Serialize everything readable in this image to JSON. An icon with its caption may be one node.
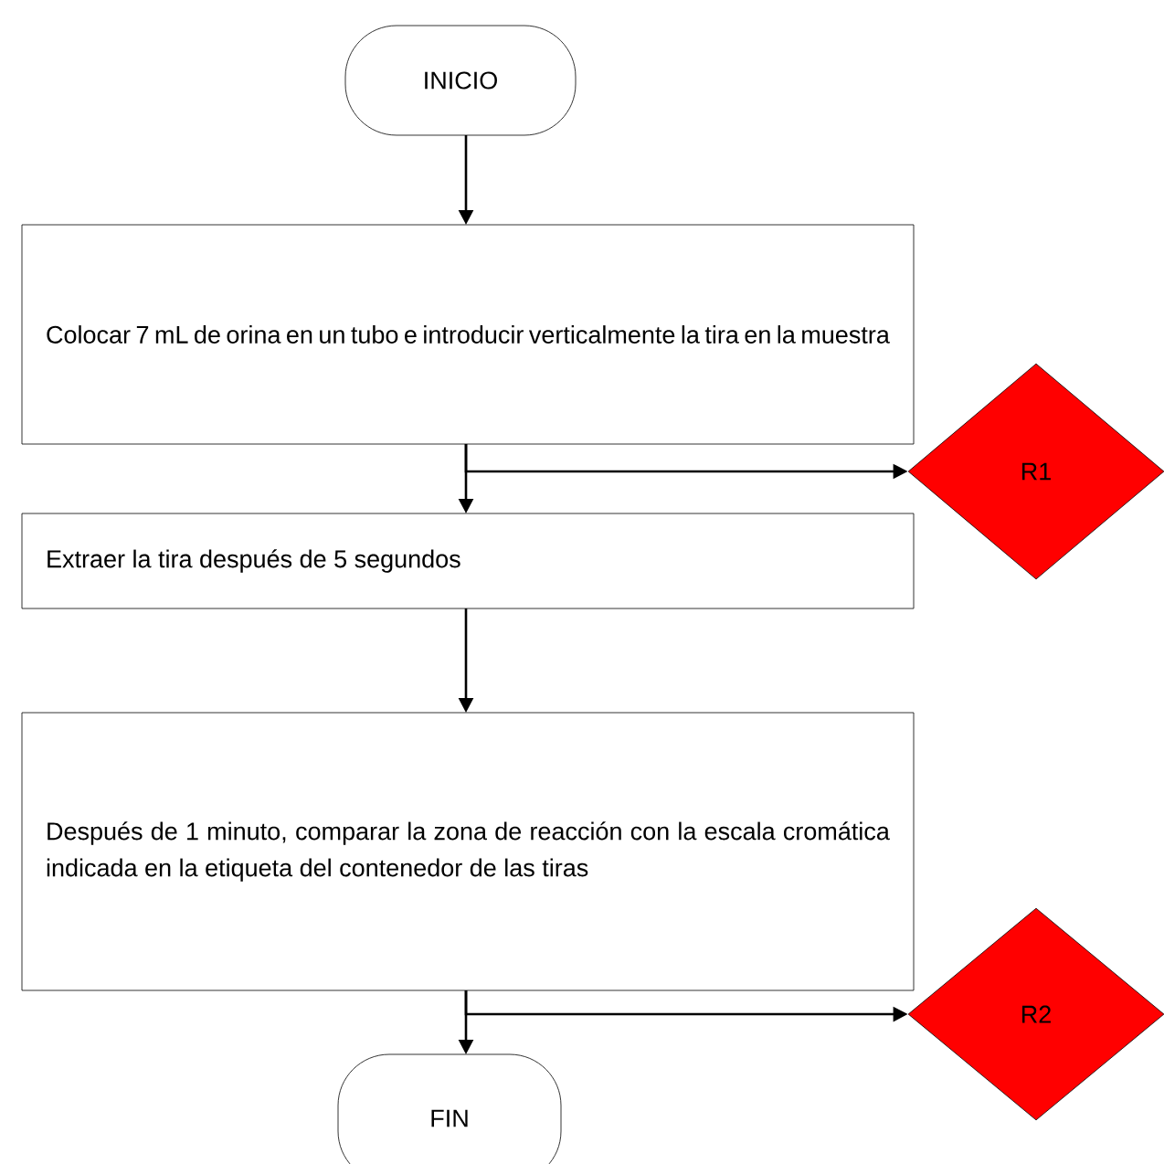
{
  "diagram": {
    "nodes": [
      {
        "text": [
          "INICIO"
        ]
      },
      {
        "text": [
          "Colocar 7 mL de orina en un tubo e introducir verticalmente la tira en la muestra"
        ]
      },
      {
        "text": [
          "R1"
        ]
      },
      {
        "text": [
          "Extraer la tira después de 5 segundos"
        ]
      },
      {
        "text": [
          "Después de 1 minuto, comparar la zona de reacción con la escala cromática indicada en la etiqueta del contenedor de las tiras"
        ]
      },
      {
        "text": [
          "R2"
        ]
      },
      {
        "text": [
          "FIN"
        ]
      }
    ],
    "edges": [
      {
        "from": 0,
        "to": 1,
        "arrow": "to"
      },
      {
        "from": 1,
        "to": 3,
        "arrow": "to"
      },
      {
        "from": 1,
        "to": 2,
        "arrow": "to"
      },
      {
        "from": 3,
        "to": 4,
        "arrow": "to"
      },
      {
        "from": 4,
        "to": 6,
        "arrow": "to"
      },
      {
        "from": 4,
        "to": 5,
        "arrow": "to"
      }
    ]
  }
}
